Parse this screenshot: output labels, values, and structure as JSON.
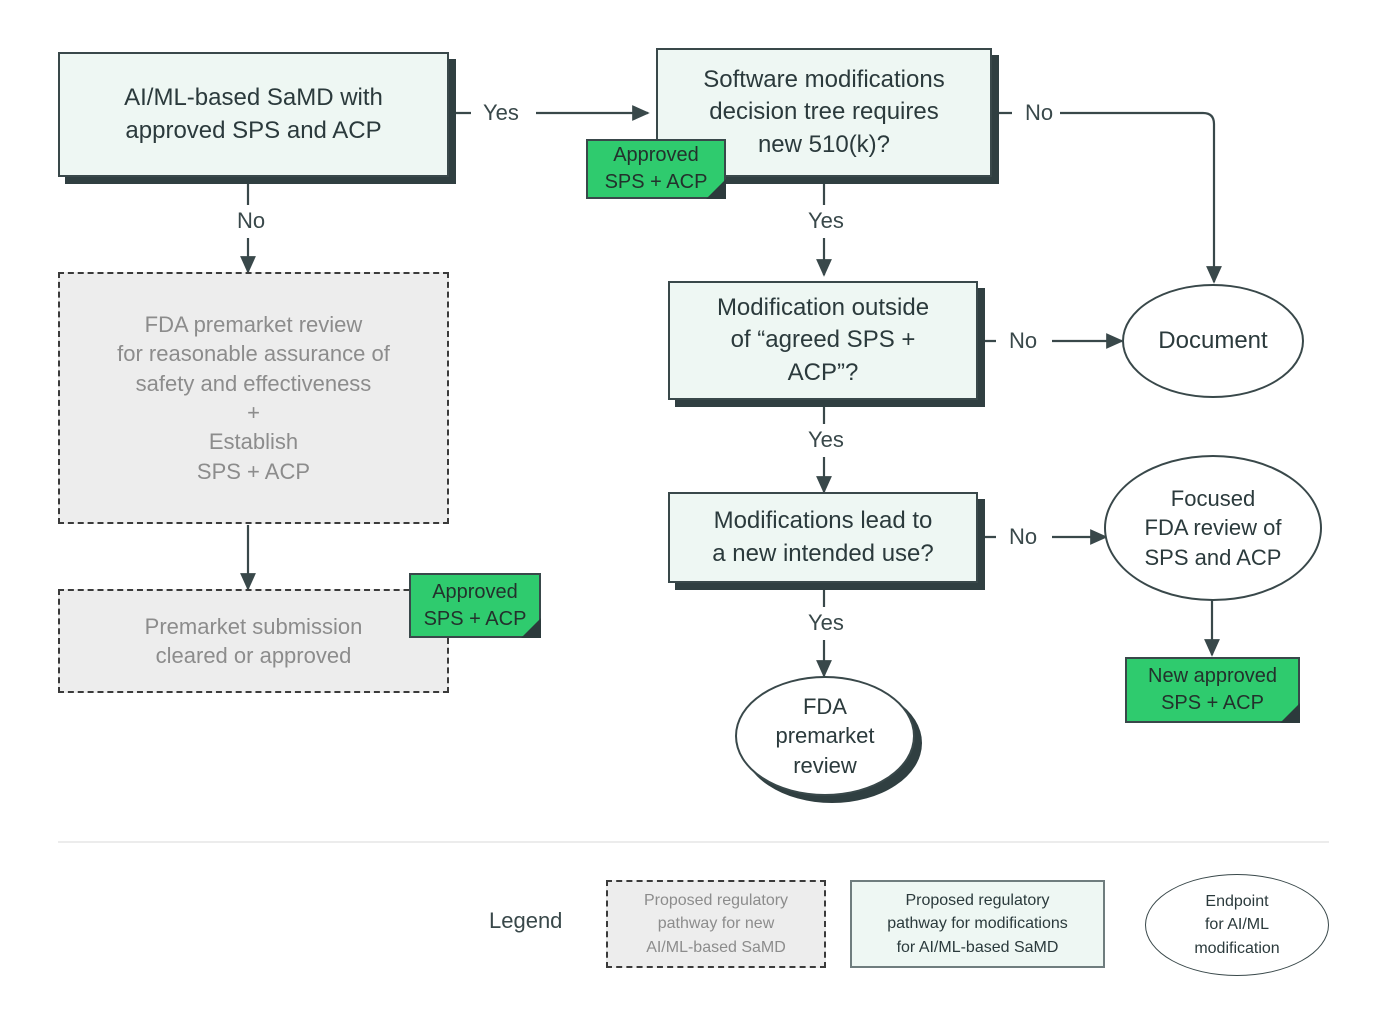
{
  "diagram": {
    "title": "FDA proposed regulatory framework for AI/ML-based SaMD modifications",
    "colors": {
      "mint_fill": "#eef7f3",
      "mint_border": "#39484a",
      "shadow": "#303f41",
      "dashed_fill": "#ededed",
      "dashed_border": "#3b3b3b",
      "dashed_text": "#8c8c8c",
      "green_note": "#2fcb6e",
      "divider": "#ececec",
      "text": "#2b3a3c"
    }
  },
  "nodes": {
    "samd_approved": "AI/ML-based SaMD with approved SPS and ACP",
    "decision_tree_510k": "Software modifications decision tree requires new 510(k)?",
    "fda_premarket_review_establish": "FDA premarket review\nfor reasonable assurance of\nsafety and effectiveness\n+\nEstablish\nSPS + ACP",
    "premarket_cleared": "Premarket submission cleared or approved",
    "modification_outside": "Modification outside of “agreed SPS + ACP”?",
    "new_intended_use": "Modifications lead to a new intended use?",
    "document": "Document",
    "focused_fda_review": "Focused\nFDA review of\nSPS and ACP",
    "fda_premarket_review_endpoint": "FDA\npremarket\nreview"
  },
  "node_lines": {
    "samd_approved": [
      "AI/ML-based SaMD with",
      "approved SPS and ACP"
    ],
    "decision_tree_510k": [
      "Software modifications",
      "decision tree requires",
      "new 510(k)?"
    ],
    "fda_premarket_review_establish": [
      "FDA premarket review",
      "for reasonable assurance of",
      "safety and effectiveness",
      "+",
      "Establish",
      "SPS + ACP"
    ],
    "premarket_cleared": [
      "Premarket submission",
      "cleared or approved"
    ],
    "modification_outside": [
      "Modification outside",
      "of “agreed SPS +",
      "ACP”?"
    ],
    "new_intended_use": [
      "Modifications lead to",
      "a new intended use?"
    ],
    "document": [
      "Document"
    ],
    "focused_fda_review": [
      "Focused",
      "FDA review of",
      "SPS and ACP"
    ],
    "fda_premarket_review_endpoint": [
      "FDA",
      "premarket",
      "review"
    ]
  },
  "notes": {
    "approved_sps_acp_top": [
      "Approved",
      "SPS + ACP"
    ],
    "approved_sps_acp_left": [
      "Approved",
      "SPS + ACP"
    ],
    "new_approved_sps_acp": [
      "New approved",
      "SPS + ACP"
    ]
  },
  "edges": [
    {
      "id": "samd-to-decision",
      "label": "Yes",
      "from": "samd_approved",
      "to": "decision_tree_510k"
    },
    {
      "id": "samd-to-fda-review",
      "label": "No",
      "from": "samd_approved",
      "to": "fda_premarket_review_establish"
    },
    {
      "id": "decision-to-document",
      "label": "No",
      "from": "decision_tree_510k",
      "to": "document"
    },
    {
      "id": "decision-to-modification",
      "label": "Yes",
      "from": "decision_tree_510k",
      "to": "modification_outside"
    },
    {
      "id": "modification-to-document",
      "label": "No",
      "from": "modification_outside",
      "to": "document"
    },
    {
      "id": "modification-to-intended-use",
      "label": "Yes",
      "from": "modification_outside",
      "to": "new_intended_use"
    },
    {
      "id": "intended-use-to-focused-review",
      "label": "No",
      "from": "new_intended_use",
      "to": "focused_fda_review"
    },
    {
      "id": "intended-use-to-premarket",
      "label": "Yes",
      "from": "new_intended_use",
      "to": "fda_premarket_review_endpoint"
    }
  ],
  "edge_labels": {
    "yes_samd_to_decision": "Yes",
    "no_samd_to_fda": "No",
    "no_decision_to_document": "No",
    "yes_decision_to_modification": "Yes",
    "no_modification_to_document": "No",
    "yes_modification_to_intended": "Yes",
    "no_intended_to_focused": "No",
    "yes_intended_to_premarket": "Yes"
  },
  "legend": {
    "title": "Legend",
    "items": [
      {
        "key": "dashed",
        "lines": [
          "Proposed regulatory",
          "pathway for new",
          "AI/ML-based SaMD"
        ]
      },
      {
        "key": "mint",
        "lines": [
          "Proposed regulatory",
          "pathway for modifications",
          "for AI/ML-based SaMD"
        ]
      },
      {
        "key": "ellipse",
        "lines": [
          "Endpoint",
          "for AI/ML",
          "modification"
        ]
      }
    ]
  }
}
